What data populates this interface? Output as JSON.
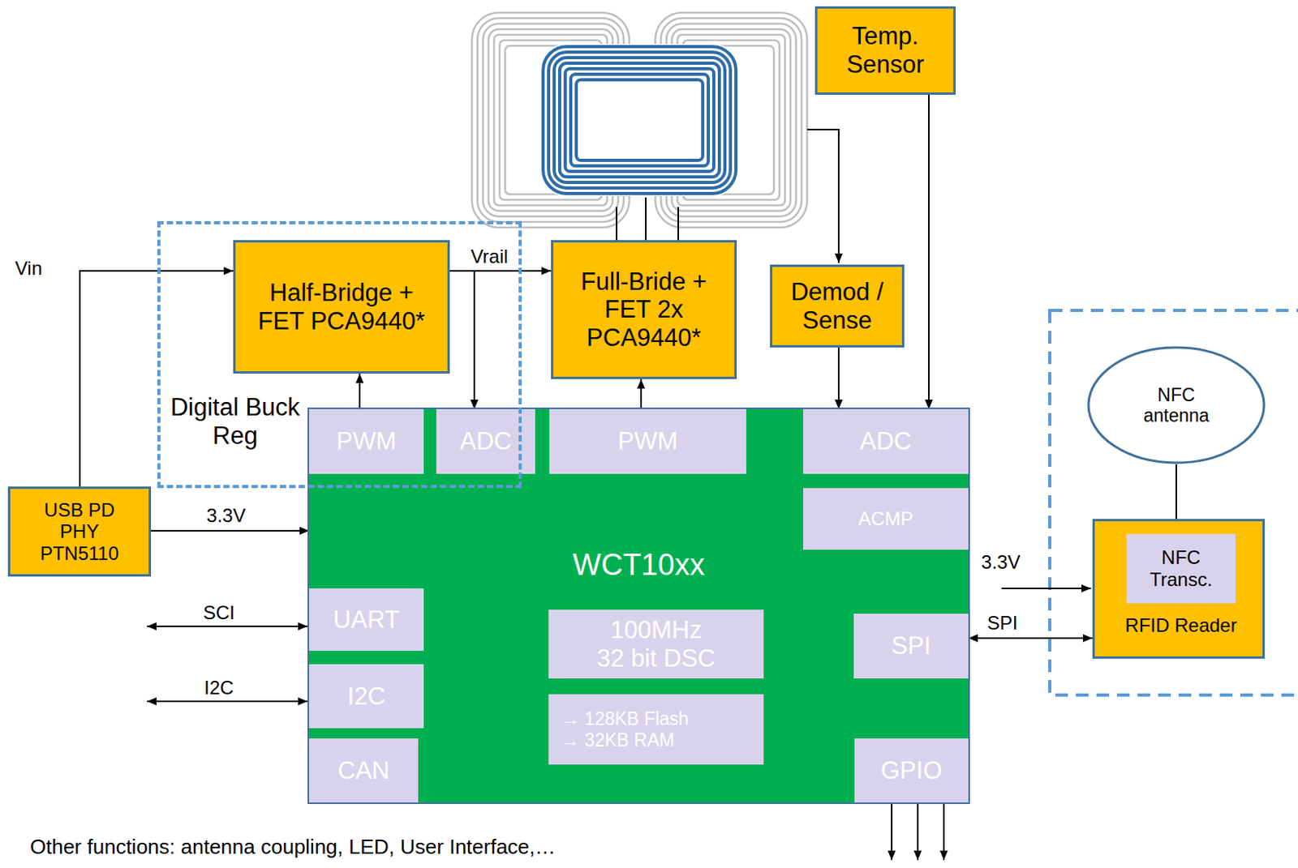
{
  "diagram": {
    "nodes": [
      {
        "text": [
          "Temp. Sensor"
        ]
      },
      {
        "text": [
          "Digital Buck Reg"
        ]
      },
      {
        "text": [
          "Half-Bridge + FET PCA9440*"
        ],
        "in": 1
      },
      {
        "text": [
          "Full-Bride + FET 2x PCA9440*"
        ]
      },
      {
        "text": [
          "Demod / Sense"
        ]
      },
      {
        "text": [
          "NFC antenna"
        ]
      },
      {
        "text": [
          "RFID Reader"
        ]
      },
      {
        "text": [
          "NFC Transc."
        ],
        "in": 6
      },
      {
        "text": [
          "USB PD PHY PTN5110"
        ]
      },
      {
        "text": [
          "WCT10xx"
        ]
      },
      {
        "text": [
          "PWM"
        ],
        "in": 9
      },
      {
        "text": [
          "ADC"
        ],
        "in": 9
      },
      {
        "text": [
          "PWM"
        ],
        "in": 9
      },
      {
        "text": [
          "ADC"
        ],
        "in": 9
      },
      {
        "text": [
          "ACMP"
        ],
        "in": 9
      },
      {
        "text": [
          "UART"
        ],
        "in": 9
      },
      {
        "text": [
          "100MHz 32 bit DSC"
        ],
        "in": 9
      },
      {
        "text": [
          "SPI"
        ],
        "in": 9
      },
      {
        "text": [
          "I2C"
        ],
        "in": 9
      },
      {
        "text": [
          "→ 128KB Flash → 32KB RAM"
        ],
        "in": 9
      },
      {
        "text": [
          "CAN"
        ],
        "in": 9
      },
      {
        "text": [
          "GPIO"
        ],
        "in": 9
      }
    ],
    "edges": [
      {
        "from": 8,
        "to": 2,
        "arrow": "to"
      },
      {
        "from": 2,
        "to": 3,
        "arrow": "to",
        "label": "Vrail"
      },
      {
        "from": 2,
        "to": 11,
        "arrow": "to"
      },
      {
        "from": 10,
        "to": 2,
        "arrow": "to"
      },
      {
        "from": 12,
        "to": 3,
        "arrow": "to"
      },
      {
        "from": 4,
        "to": 13,
        "arrow": "to"
      },
      {
        "from": 0,
        "to": 13,
        "arrow": "to"
      },
      {
        "from": 8,
        "to": 9,
        "arrow": "to",
        "label": "3.3V"
      },
      {
        "from": 17,
        "to": 6,
        "arrow": "both",
        "label": "SPI"
      },
      {
        "from": 5,
        "to": 6,
        "arrow": "none"
      }
    ],
    "labels": [
      "Vin",
      "SCI",
      "I2C",
      "3.3V",
      "Other functions: antenna coupling, LED, User Interface,…"
    ]
  }
}
